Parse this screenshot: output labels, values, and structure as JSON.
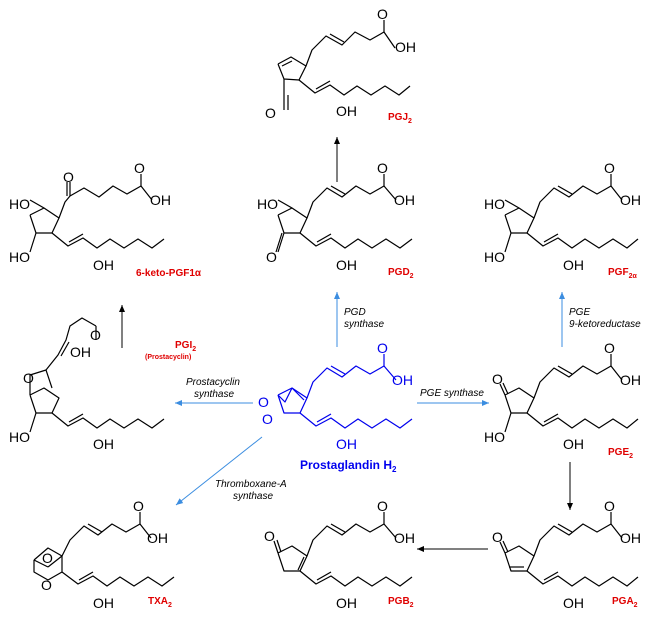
{
  "compounds": {
    "pgj2": {
      "label": "PGJ",
      "sub": "2"
    },
    "pgd2": {
      "label": "PGD",
      "sub": "2"
    },
    "pgf2a": {
      "label": "PGF",
      "sub": "2α"
    },
    "keto": {
      "label": "6-keto-PGF1α"
    },
    "pgi2": {
      "label": "PGI",
      "sub": "2",
      "note": "(Prostacyclin)"
    },
    "pge2": {
      "label": "PGE",
      "sub": "2"
    },
    "txa2": {
      "label": "TXA",
      "sub": "2"
    },
    "pgb2": {
      "label": "PGB",
      "sub": "2"
    },
    "pga2": {
      "label": "PGA",
      "sub": "2"
    },
    "center": {
      "label": "Prostaglandin H",
      "sub": "2"
    }
  },
  "atoms": {
    "oh": "OH",
    "ho": "HO",
    "o": "O"
  },
  "enzymes": {
    "pgd_1": "PGD",
    "pgd_2": "synthase",
    "pge9_1": "PGE",
    "pge9_2": "9-ketoreductase",
    "prosta_1": "Prostacyclin",
    "prosta_2": "synthase",
    "pges": "PGE synthase",
    "txa_1": "Thromboxane-A",
    "txa_2": "synthase"
  },
  "colors": {
    "accent_blue": "#0000ee",
    "label_red": "#e00000",
    "arrow_blue": "#3b8de0"
  }
}
